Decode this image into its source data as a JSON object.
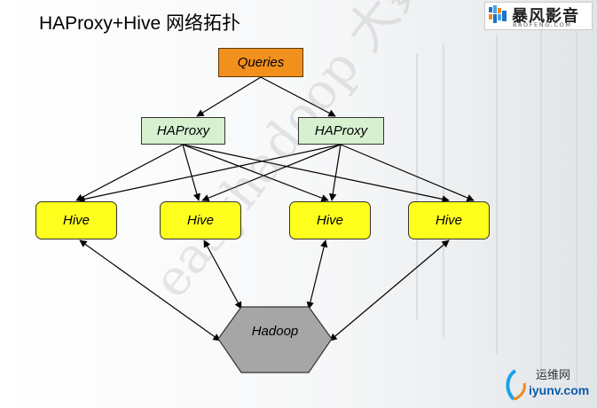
{
  "title": "HAProxy+Hive 网络拓扑",
  "logo": {
    "name_cn": "暴风影音",
    "name_en": "BAOFENG.COM"
  },
  "watermark": "easyhadoop 大数据",
  "site": {
    "name_cn": "运维网",
    "domain": "iyunv.com"
  },
  "nodes": {
    "queries": "Queries",
    "haproxy": [
      "HAProxy",
      "HAProxy"
    ],
    "hive": [
      "Hive",
      "Hive",
      "Hive",
      "Hive"
    ],
    "hadoop": "Hadoop"
  },
  "colors": {
    "queries": "#f2901e",
    "haproxy": "#d6f0d0",
    "hive": "#ffff1e",
    "hadoop": "#a6a6a6"
  }
}
